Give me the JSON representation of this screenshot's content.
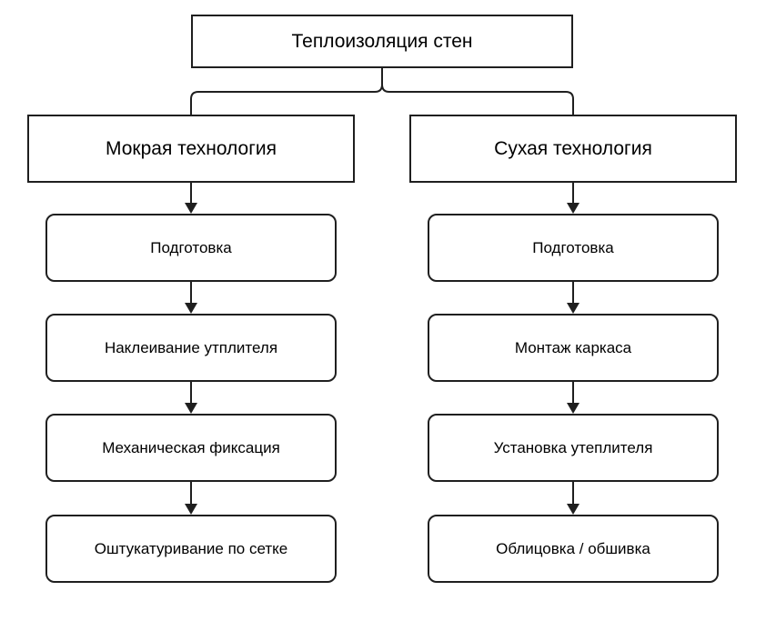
{
  "diagram": {
    "root_label": "Теплоизоляция стен",
    "branches": [
      {
        "label": "Мокрая технология",
        "steps": [
          "Подготовка",
          "Наклеивание утплителя",
          "Механическая фиксация",
          "Оштукатуривание по сетке"
        ]
      },
      {
        "label": "Сухая технология",
        "steps": [
          "Подготовка",
          "Монтаж каркаса",
          "Установка утеплителя",
          "Облицовка / обшивка"
        ]
      }
    ],
    "colors": {
      "line": "#1f1f1f",
      "node_border": "#1f1f1f",
      "node_fill": "#ffffff",
      "text": "#000000",
      "background": "#ffffff"
    }
  }
}
